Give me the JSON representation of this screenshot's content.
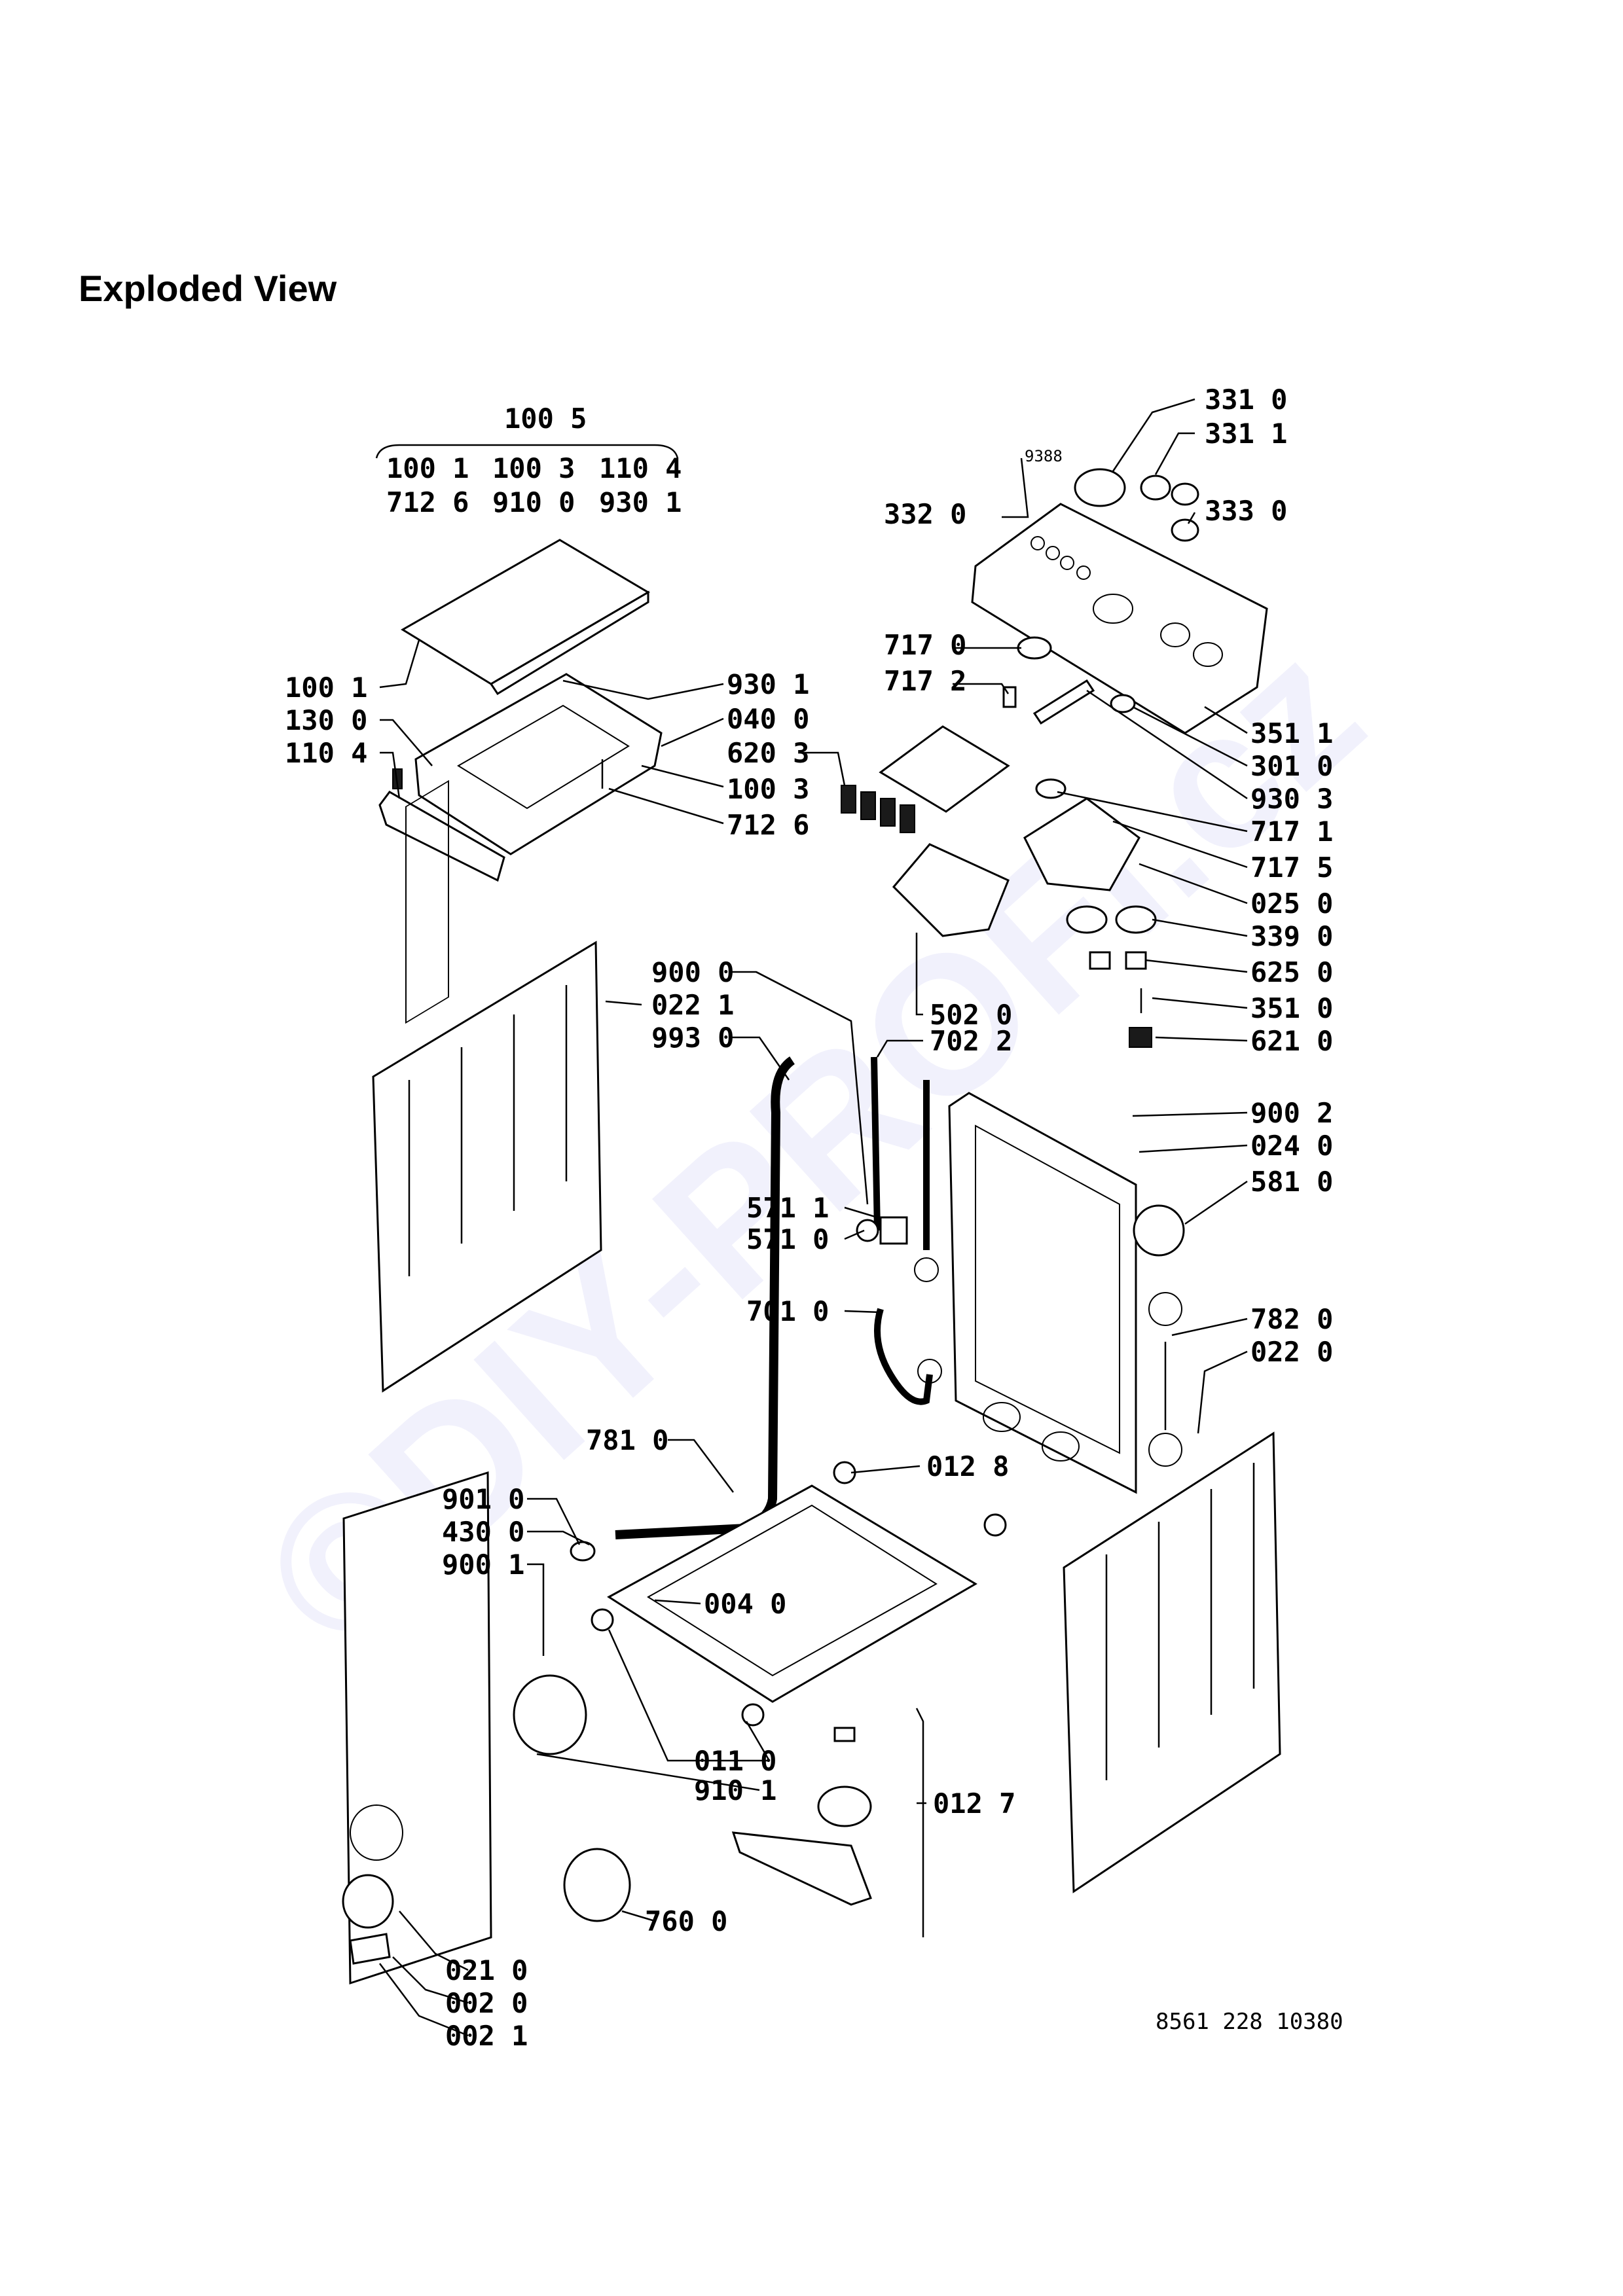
{
  "title": "Exploded View",
  "watermark": "©DIY-PROFI.cz",
  "document_code": "8561 228 10380",
  "kit": {
    "label": "100 5",
    "row1": [
      "100 1",
      "100 3",
      "110 4"
    ],
    "row2": [
      "712 6",
      "910 0",
      "930 1"
    ]
  },
  "parts": {
    "p_331_0": "331 0",
    "p_331_1": "331 1",
    "p_332_0": "332 0",
    "p_333_0": "333 0",
    "p_9388": "9388",
    "p_717_0": "717 0",
    "p_717_2": "717 2",
    "p_351_1": "351 1",
    "p_301_0": "301 0",
    "p_930_3": "930 3",
    "p_717_1": "717 1",
    "p_717_5": "717 5",
    "p_025_0": "025 0",
    "p_339_0": "339 0",
    "p_625_0": "625 0",
    "p_351_0": "351 0",
    "p_621_0": "621 0",
    "p_620_3": "620 3",
    "p_100_3": "100 3",
    "p_712_6": "712 6",
    "p_100_1": "100 1",
    "p_130_0": "130 0",
    "p_110_4": "110 4",
    "p_930_1": "930 1",
    "p_040_0": "040 0",
    "p_900_0": "900 0",
    "p_022_1": "022 1",
    "p_993_0": "993 0",
    "p_502_0": "502 0",
    "p_702_2": "702 2",
    "p_571_1": "571 1",
    "p_571_0": "571 0",
    "p_701_0": "701 0",
    "p_900_2": "900 2",
    "p_024_0": "024 0",
    "p_581_0": "581 0",
    "p_782_0": "782 0",
    "p_022_0": "022 0",
    "p_781_0": "781 0",
    "p_012_8": "012 8",
    "p_901_0": "901 0",
    "p_430_0": "430 0",
    "p_900_1": "900 1",
    "p_004_0": "004 0",
    "p_011_0": "011 0",
    "p_910_1": "910 1",
    "p_012_7": "012 7",
    "p_760_0": "760 0",
    "p_021_0": "021 0",
    "p_002_0": "002 0",
    "p_002_1": "002 1"
  }
}
